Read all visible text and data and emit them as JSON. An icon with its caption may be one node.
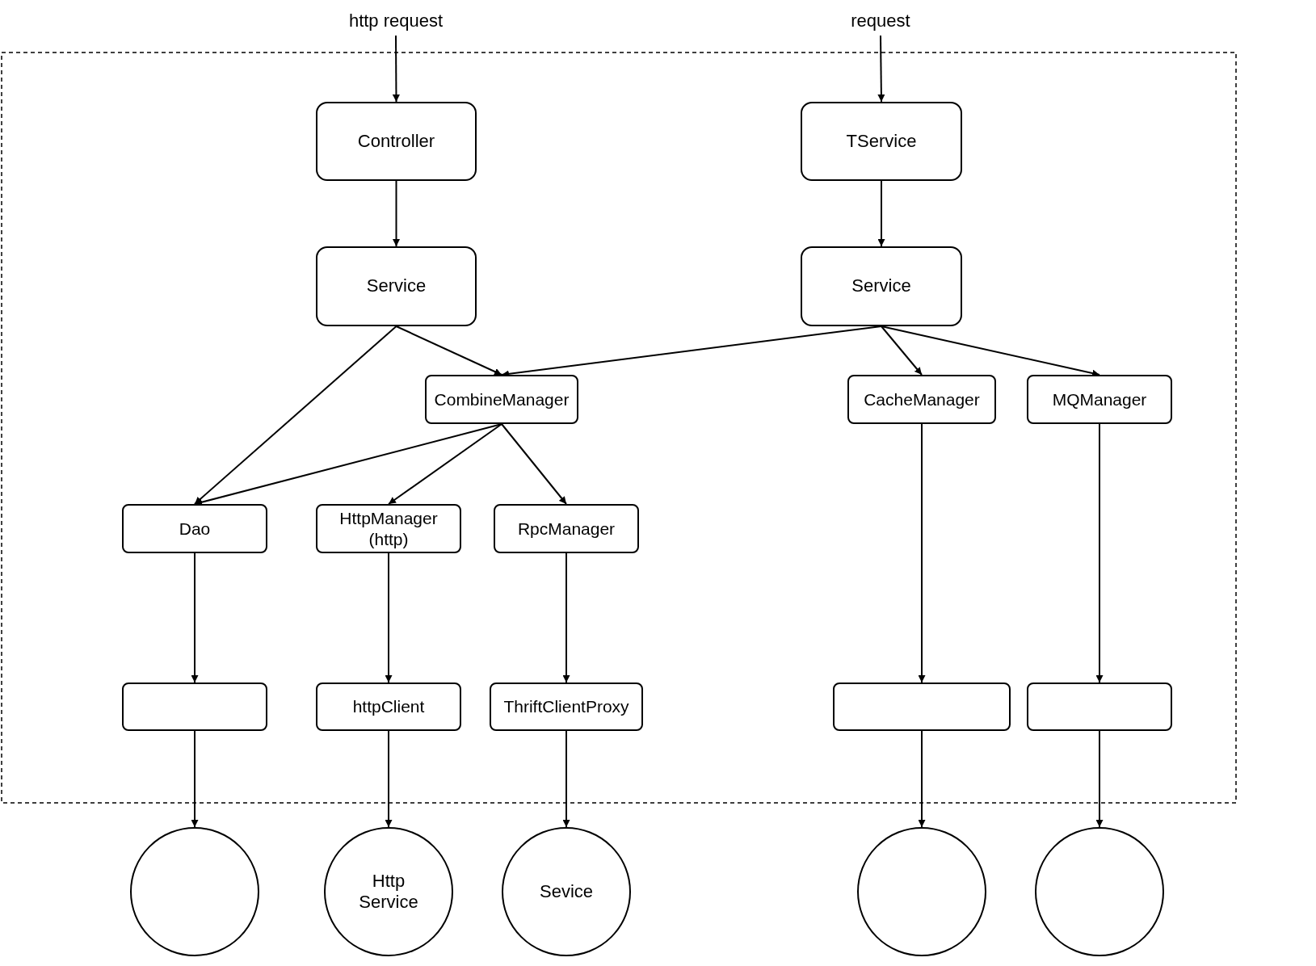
{
  "diagram": {
    "nodes": [
      {
        "text": [
          "http request"
        ]
      },
      {
        "text": [
          "request"
        ]
      },
      {
        "text": [
          "Controller"
        ]
      },
      {
        "text": [
          "TService"
        ]
      },
      {
        "text": [
          "Service"
        ]
      },
      {
        "text": [
          "Service"
        ]
      },
      {
        "text": [
          "CombineManager"
        ]
      },
      {
        "text": [
          "CacheManager"
        ]
      },
      {
        "text": [
          "MQManager"
        ]
      },
      {
        "text": [
          "Dao"
        ]
      },
      {
        "text": [
          "HttpManager (http)"
        ]
      },
      {
        "text": [
          "RpcManager"
        ]
      },
      {
        "text": [],
        "shape": "box"
      },
      {
        "text": [
          "httpClient"
        ]
      },
      {
        "text": [
          "ThriftClientProxy"
        ]
      },
      {
        "text": [],
        "shape": "box"
      },
      {
        "text": [],
        "shape": "box"
      },
      {
        "text": [],
        "shape": "circle"
      },
      {
        "text": [
          "Http Service"
        ]
      },
      {
        "text": [
          "Sevice"
        ]
      },
      {
        "text": [],
        "shape": "circle"
      },
      {
        "text": [],
        "shape": "circle"
      }
    ],
    "edges": [
      {
        "from": 0,
        "to": 2,
        "arrow": "to"
      },
      {
        "from": 1,
        "to": 3,
        "arrow": "to"
      },
      {
        "from": 2,
        "to": 4,
        "arrow": "to"
      },
      {
        "from": 3,
        "to": 5,
        "arrow": "to"
      },
      {
        "from": 4,
        "to": 9,
        "arrow": "to"
      },
      {
        "from": 4,
        "to": 6,
        "arrow": "to"
      },
      {
        "from": 5,
        "to": 6,
        "arrow": "to"
      },
      {
        "from": 5,
        "to": 7,
        "arrow": "to"
      },
      {
        "from": 5,
        "to": 8,
        "arrow": "to"
      },
      {
        "from": 6,
        "to": 9,
        "arrow": "to"
      },
      {
        "from": 6,
        "to": 10,
        "arrow": "to"
      },
      {
        "from": 6,
        "to": 11,
        "arrow": "to"
      },
      {
        "from": 9,
        "to": 12,
        "arrow": "to"
      },
      {
        "from": 10,
        "to": 13,
        "arrow": "to"
      },
      {
        "from": 11,
        "to": 14,
        "arrow": "to"
      },
      {
        "from": 7,
        "to": 15,
        "arrow": "to"
      },
      {
        "from": 8,
        "to": 16,
        "arrow": "to"
      },
      {
        "from": 12,
        "to": 17,
        "arrow": "to"
      },
      {
        "from": 13,
        "to": 18,
        "arrow": "to"
      },
      {
        "from": 14,
        "to": 19,
        "arrow": "to"
      },
      {
        "from": 15,
        "to": 20,
        "arrow": "to"
      },
      {
        "from": 16,
        "to": 21,
        "arrow": "to"
      }
    ]
  }
}
